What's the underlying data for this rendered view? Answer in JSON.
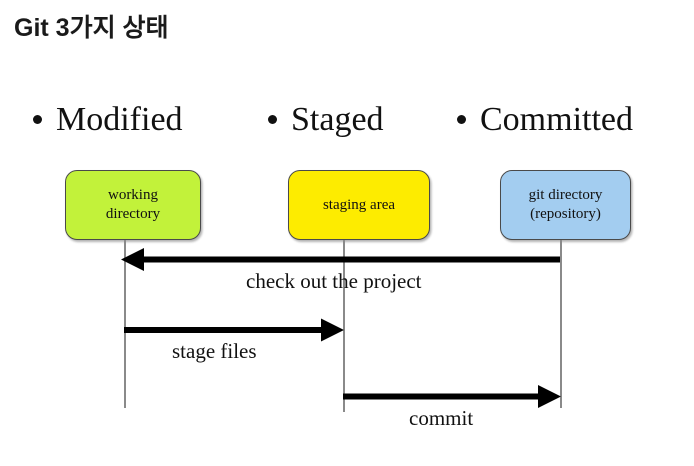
{
  "page": {
    "title": "Git 3가지 상태",
    "background": "#ffffff"
  },
  "states": [
    {
      "id": "modified",
      "label": "Modified",
      "bullet": "bullet-icon"
    },
    {
      "id": "staged",
      "label": "Staged",
      "bullet": "bullet-icon"
    },
    {
      "id": "committed",
      "label": "Committed",
      "bullet": "bullet-icon"
    }
  ],
  "boxes": [
    {
      "id": "working",
      "line1": "working",
      "line2": "directory",
      "fill": "#c2f23a",
      "stroke": "#4a4a4a"
    },
    {
      "id": "staging",
      "line1": "staging area",
      "line2": "",
      "fill": "#fdec00",
      "stroke": "#4a4a4a"
    },
    {
      "id": "git",
      "line1": "git directory",
      "line2": "(repository)",
      "fill": "#a3cdf0",
      "stroke": "#4a4a4a"
    }
  ],
  "arrows": [
    {
      "id": "checkout",
      "label": "check out the project",
      "direction": "left",
      "from": "git",
      "to": "working",
      "color": "#000000"
    },
    {
      "id": "stage",
      "label": "stage files",
      "direction": "right",
      "from": "working",
      "to": "staging",
      "color": "#000000"
    },
    {
      "id": "commit",
      "label": "commit",
      "direction": "right",
      "from": "staging",
      "to": "git",
      "color": "#000000"
    }
  ],
  "lifelines": {
    "color": "#8a8a8a"
  }
}
